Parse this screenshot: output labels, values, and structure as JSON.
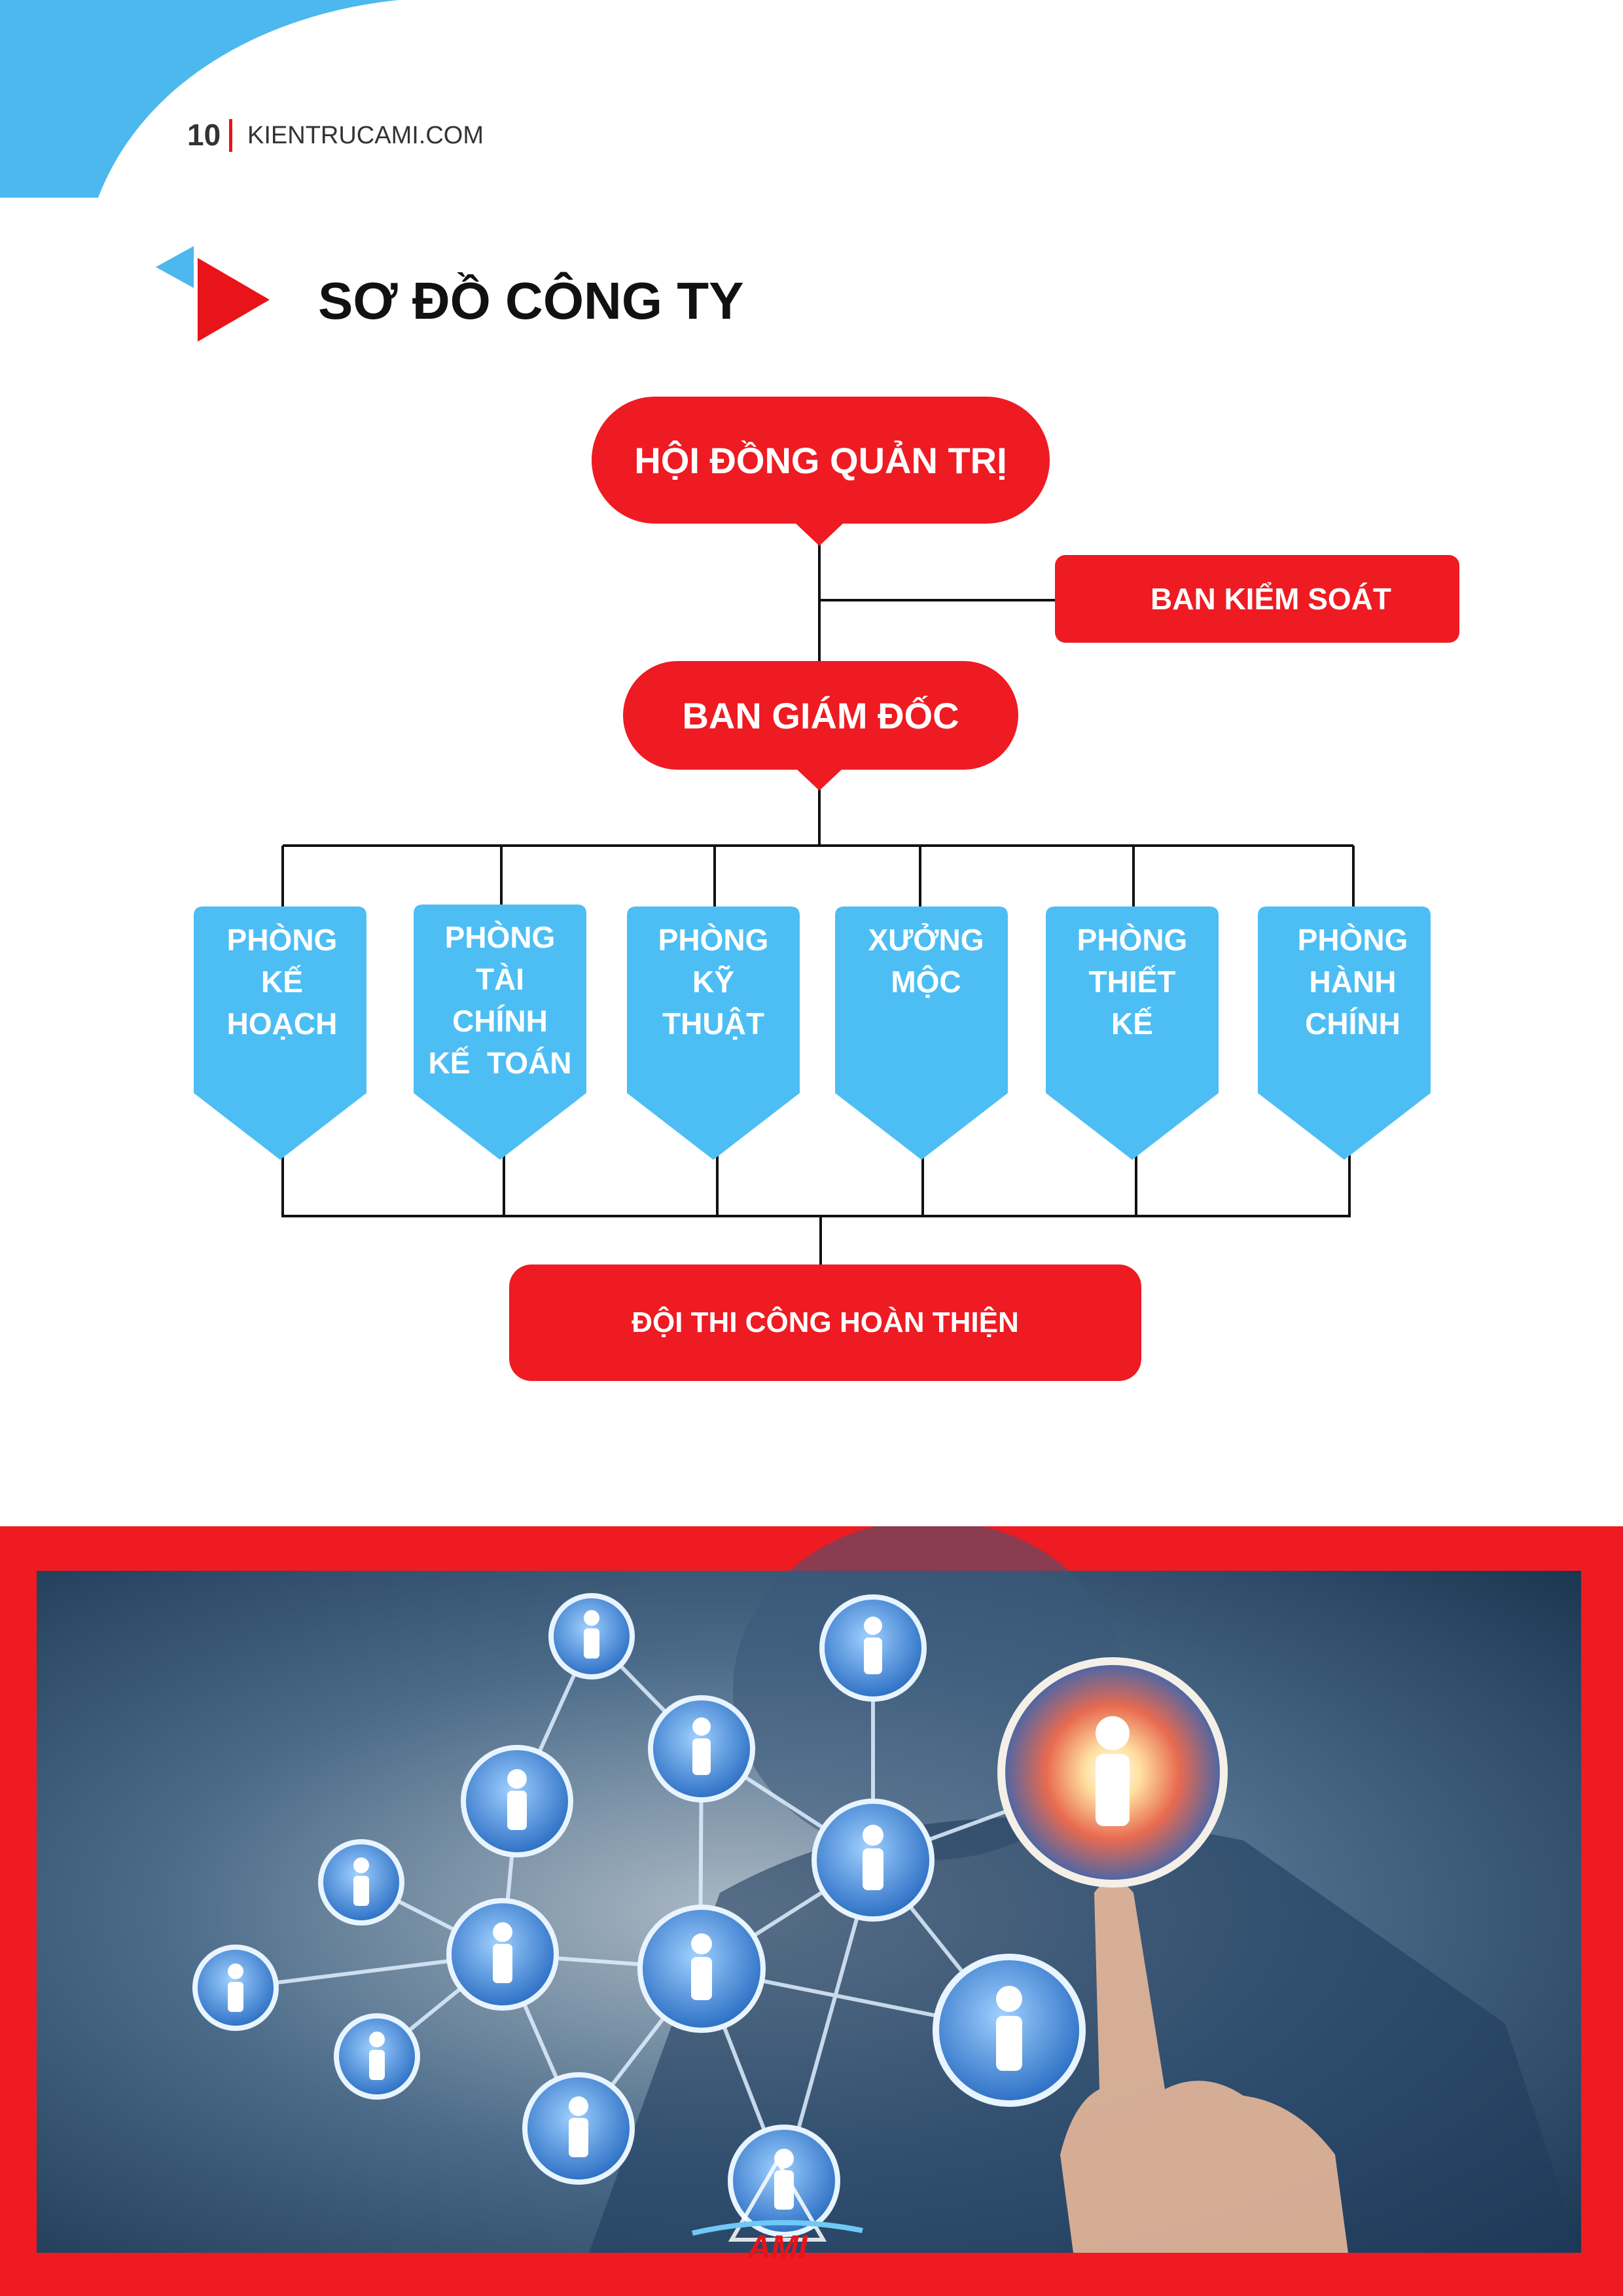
{
  "header": {
    "page_number": "10",
    "site": "KIENTRUCAMI.COM"
  },
  "title": "SƠ ĐỒ CÔNG TY",
  "org_chart": {
    "board": "HỘI ĐỒNG QUẢN TRỊ",
    "supervisory": "BAN KIỂM SOÁT",
    "directors": "BAN GIÁM ĐỐC",
    "departments": [
      {
        "lines": [
          "PHÒNG",
          "KẾ",
          "HOẠCH"
        ]
      },
      {
        "lines": [
          "PHÒNG",
          "TÀI",
          "CHÍNH",
          "KẾ  TOÁN"
        ]
      },
      {
        "lines": [
          "PHÒNG",
          "KỸ",
          "THUẬT"
        ]
      },
      {
        "lines": [
          "XƯỞNG",
          "MỘC"
        ]
      },
      {
        "lines": [
          "PHÒNG",
          "THIẾT",
          "KẾ"
        ]
      },
      {
        "lines": [
          "PHÒNG",
          "HÀNH",
          "CHÍNH"
        ]
      }
    ],
    "crew": "ĐỘI THI CÔNG HOÀN THIỆN"
  },
  "logo": {
    "text": "AMI"
  },
  "colors": {
    "red": "#ee1b22",
    "blue": "#4dbef4",
    "header_blue": "#4db8ee",
    "dark": "#111111"
  },
  "icons": {
    "title_marker": "play-arrow-icon",
    "network_person": "person-icon"
  }
}
